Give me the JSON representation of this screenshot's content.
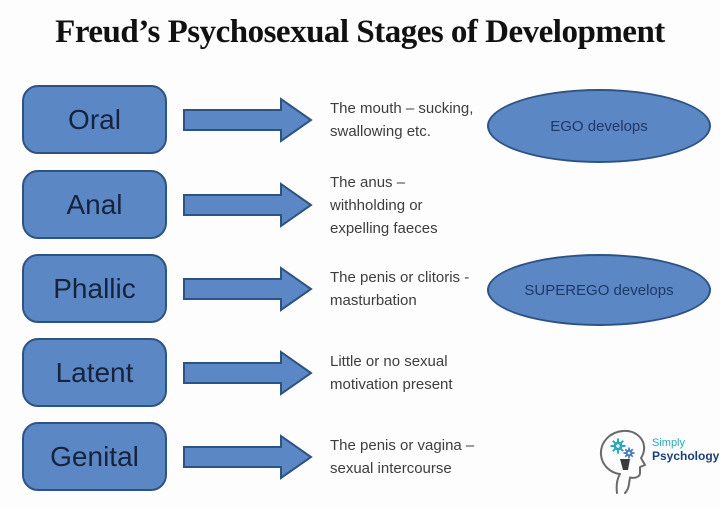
{
  "title": "Freud’s Psychosexual Stages of Development",
  "stages": [
    {
      "label": "Oral",
      "lines": [
        "The mouth – sucking,",
        "swallowing etc."
      ]
    },
    {
      "label": "Anal",
      "lines": [
        "The anus –",
        "withholding or",
        "expelling faeces"
      ]
    },
    {
      "label": "Phallic",
      "lines": [
        "The penis or clitoris -",
        "masturbation"
      ]
    },
    {
      "label": "Latent",
      "lines": [
        "Little or no sexual",
        "motivation present"
      ]
    },
    {
      "label": "Genital",
      "lines": [
        "The penis or vagina –",
        "sexual intercourse"
      ]
    }
  ],
  "callouts": [
    {
      "label": "EGO develops"
    },
    {
      "label": "SUPEREGO develops"
    }
  ],
  "logo": {
    "brand_line1": "Simply",
    "brand_line2": "Psychology"
  },
  "colors": {
    "shape_fill": "#5b87c5",
    "shape_border": "#2e5383",
    "shape_label_text": "#16233f",
    "callout_text": "#1f3864",
    "description_text": "#3d3d3d",
    "title_text": "#111111",
    "logo_teal": "#2ca8b8",
    "logo_navy": "#1c3f75",
    "background": "#fdfdfd"
  }
}
